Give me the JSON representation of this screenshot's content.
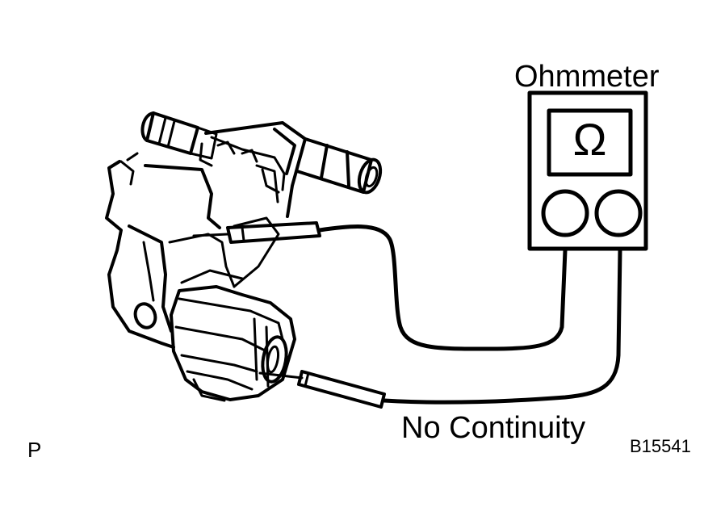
{
  "labels": {
    "meter": "Ohmmeter",
    "result": "No Continuity",
    "corner": "P",
    "code": "B15541",
    "symbol": "Ω"
  },
  "colors": {
    "ink": "#000000",
    "paper": "#ffffff"
  }
}
